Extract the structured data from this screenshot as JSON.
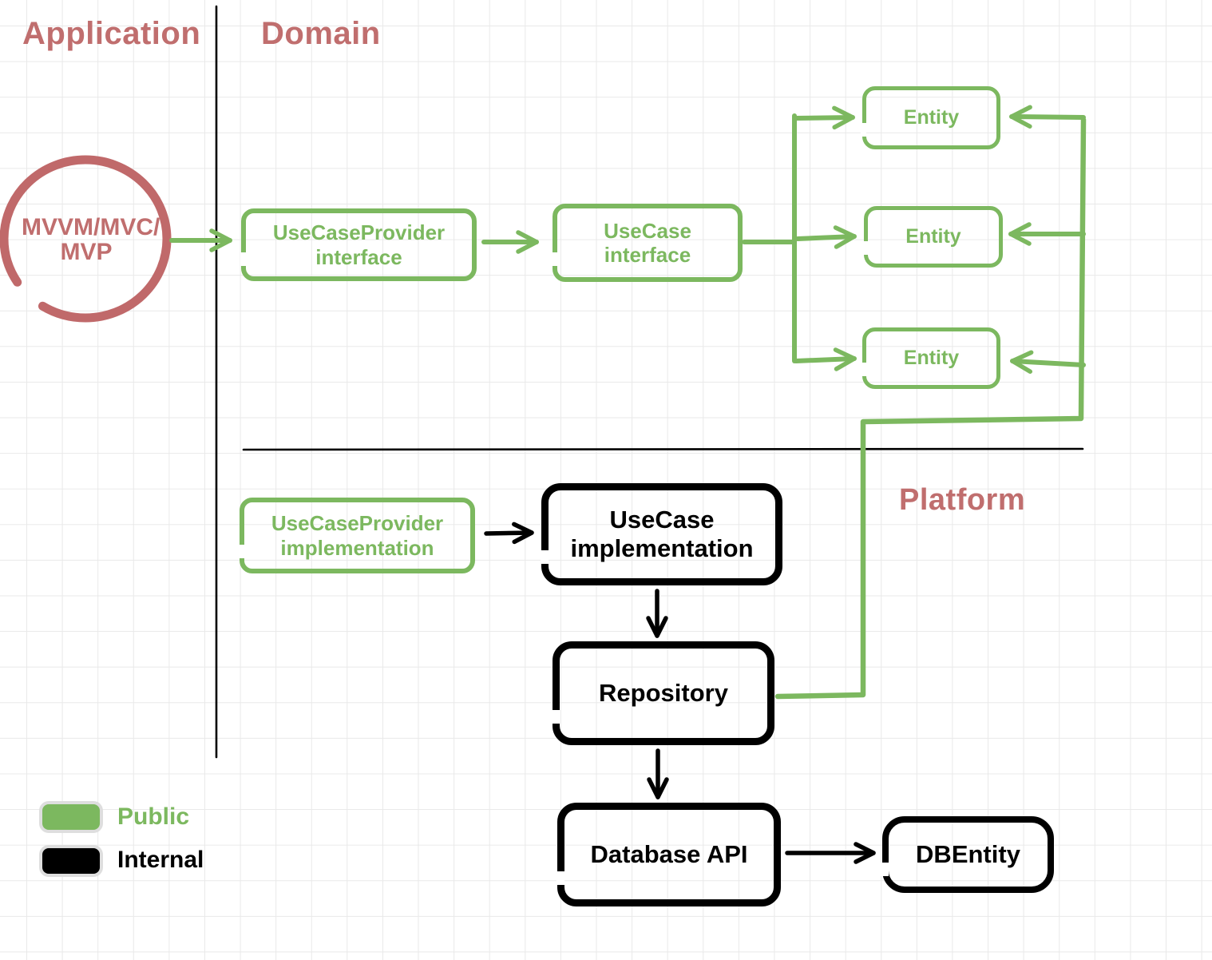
{
  "diagram": {
    "layers": {
      "application": "Application",
      "domain": "Domain",
      "platform": "Platform"
    },
    "presentation_pattern": {
      "line1": "MVVM/MVC/",
      "line2": "MVP"
    },
    "nodes": {
      "ucp_interface": "UseCaseProvider interface",
      "uc_interface": "UseCase interface",
      "entity1": "Entity",
      "entity2": "Entity",
      "entity3": "Entity",
      "ucp_impl": "UseCaseProvider implementation",
      "uc_impl": "UseCase implementation",
      "repository": "Repository",
      "database_api": "Database API",
      "db_entity": "DBEntity"
    },
    "legend": {
      "public": "Public",
      "internal": "Internal"
    },
    "colors": {
      "public_green": "#7CB85F",
      "internal_black": "#000000",
      "layer_red": "#C06E6E"
    }
  }
}
